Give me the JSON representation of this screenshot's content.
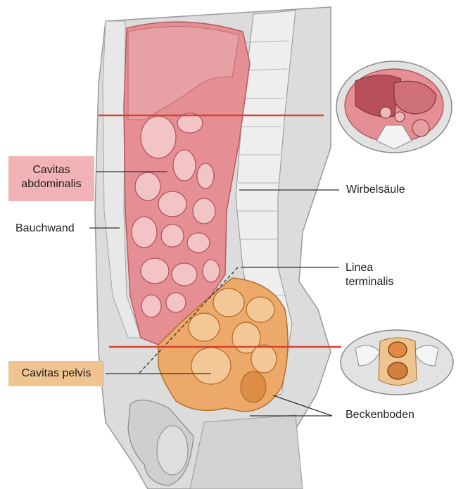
{
  "labels": {
    "cavitas_abdominalis": "Cavitas abdominalis",
    "bauchwand": "Bauchwand",
    "wirbelsaeule": "Wirbelsäule",
    "linea_terminalis": "Linea terminalis",
    "cavitas_pelvis": "Cavitas pelvis",
    "beckenboden": "Beckenboden"
  },
  "colors": {
    "abdominal": "#e58f95",
    "abdominal_box": "#f1b3b5",
    "pelvic": "#eca96a",
    "pelvic_box": "#f0c490",
    "cut_line": "#d5442f",
    "body_gray": "#dcdcdc",
    "bone": "#f3f3f3",
    "leader": "#333333"
  }
}
